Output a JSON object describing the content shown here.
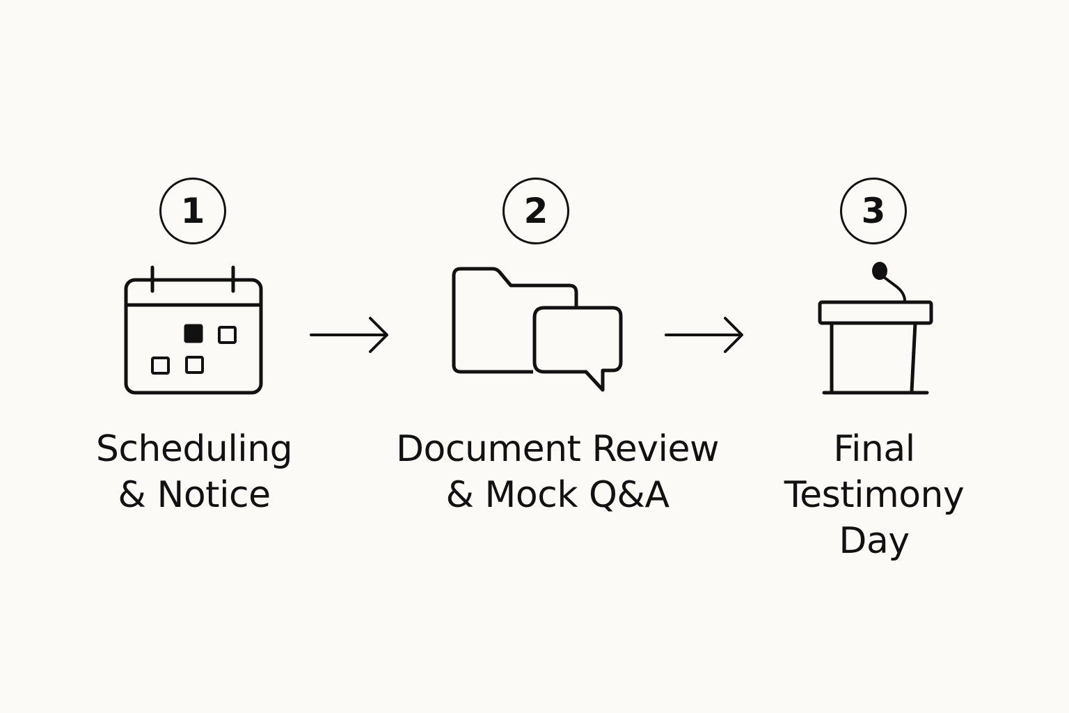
{
  "steps": [
    {
      "number": "1",
      "icon": "calendar-icon",
      "label_lines": [
        "Scheduling",
        "& Notice"
      ]
    },
    {
      "number": "2",
      "icon": "folder-chat-icon",
      "label_lines": [
        "Document Review",
        "& Mock Q&A"
      ]
    },
    {
      "number": "3",
      "icon": "podium-icon",
      "label_lines": [
        "Final",
        "Testimony",
        "Day"
      ]
    }
  ],
  "connectors": [
    "arrow-right-icon",
    "arrow-right-icon"
  ],
  "colors": {
    "background": "#fbfaf6",
    "ink": "#111111"
  }
}
